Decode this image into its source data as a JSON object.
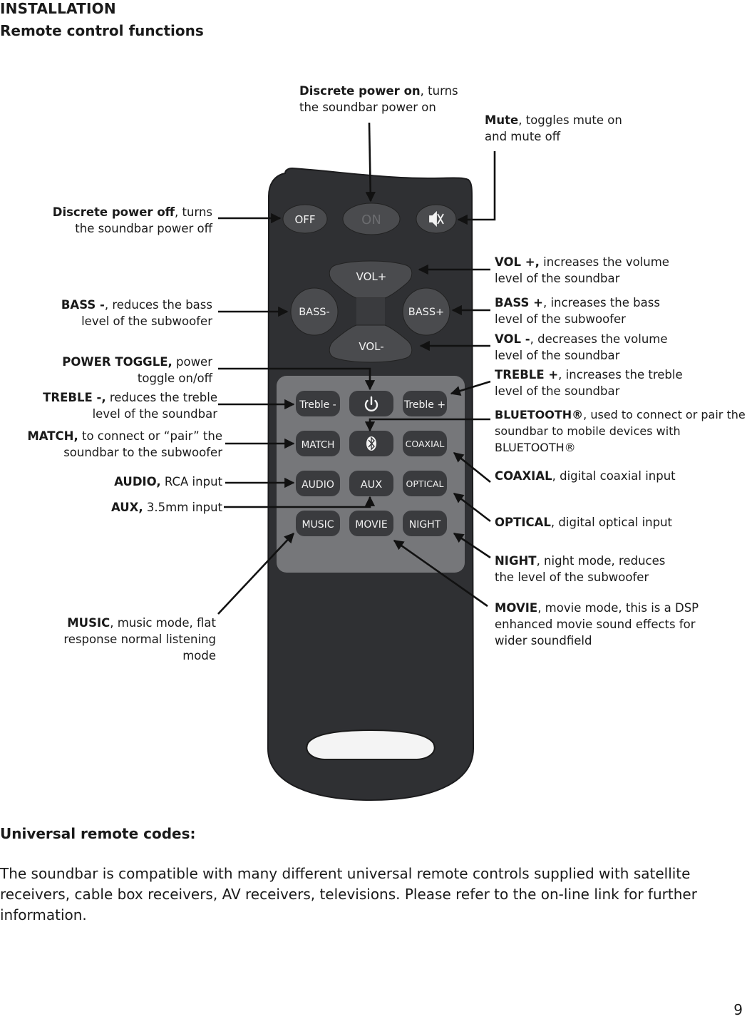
{
  "header": {
    "section": "INSTALLATION",
    "subtitle": "Remote control functions"
  },
  "remote": {
    "buttons": {
      "off": "OFF",
      "on": "ON",
      "vol_plus": "VOL+",
      "vol_minus": "VOL-",
      "bass_minus": "BASS-",
      "bass_plus": "BASS+",
      "treble_minus": "Treble -",
      "treble_plus": "Treble +",
      "match": "MATCH",
      "coaxial": "COAXIAL",
      "audio": "AUDIO",
      "aux": "AUX",
      "optical": "OPTICAL",
      "music": "MUSIC",
      "movie": "MOVIE",
      "night": "NIGHT"
    },
    "icons": [
      "mute-icon",
      "power-icon",
      "bluetooth-icon"
    ]
  },
  "callouts": {
    "power_on": {
      "term": "Discrete power on",
      "line1": ", turns",
      "line2": "the soundbar power on"
    },
    "mute": {
      "term": "Mute",
      "line1": ", toggles mute on",
      "line2": "and mute off"
    },
    "power_off": {
      "term": "Discrete power off",
      "line1": ", turns",
      "line2": "the soundbar power off"
    },
    "vol_plus": {
      "term": "VOL +,",
      "line1": " increases the volume",
      "line2": "level of the soundbar"
    },
    "bass_minus": {
      "term": "BASS -",
      "line1": ", reduces the bass",
      "line2": "level of the subwoofer"
    },
    "bass_plus": {
      "term": "BASS +",
      "line1": ", increases the bass",
      "line2": "level of the subwoofer"
    },
    "vol_minus": {
      "term": "VOL -",
      "line1": ", decreases the volume",
      "line2": "level of the soundbar"
    },
    "power_toggle": {
      "term": "POWER TOGGLE,",
      "line1": " power",
      "line2": "toggle on/off"
    },
    "treble_plus": {
      "term": "TREBLE +",
      "line1": ", increases the treble",
      "line2": "level of the soundbar"
    },
    "treble_minus": {
      "term": "TREBLE -,",
      "line1": " reduces the treble",
      "line2": "level of the soundbar"
    },
    "bluetooth": {
      "term": "BLUETOOTH®",
      "line1": ", used to connect or pair the",
      "line2": "soundbar to mobile devices with",
      "line3": "BLUETOOTH®"
    },
    "match": {
      "term": "MATCH,",
      "line1": " to connect or “pair” the",
      "line2": "soundbar to the subwoofer"
    },
    "coaxial": {
      "term": "COAXIAL",
      "line1": ", digital coaxial input"
    },
    "audio": {
      "term": "AUDIO,",
      "line1": " RCA input"
    },
    "aux": {
      "term": "AUX,",
      "line1": " 3.5mm input"
    },
    "optical": {
      "term": "OPTICAL",
      "line1": ", digital optical input"
    },
    "night": {
      "term": "NIGHT",
      "line1": ", night mode, reduces",
      "line2": "the level of the subwoofer"
    },
    "music": {
      "term": "MUSIC",
      "line1": ", music mode, flat",
      "line2": "response normal listening",
      "line3": "mode"
    },
    "movie": {
      "term": "MOVIE",
      "line1": ", movie mode, this is a DSP",
      "line2": "enhanced movie sound effects for",
      "line3": "wider soundfield"
    }
  },
  "universal": {
    "title": "Universal remote codes:",
    "body": "The soundbar is compatible with many different universal remote controls supplied with satellite receivers, cable box receivers, AV receivers, televisions. Please refer to the on-line link for further information."
  },
  "page_number": "9",
  "colors": {
    "remote_body": "#2f3033",
    "button": "#4a4b4e",
    "panel": "#76777a",
    "text": "#1a1a1a"
  }
}
